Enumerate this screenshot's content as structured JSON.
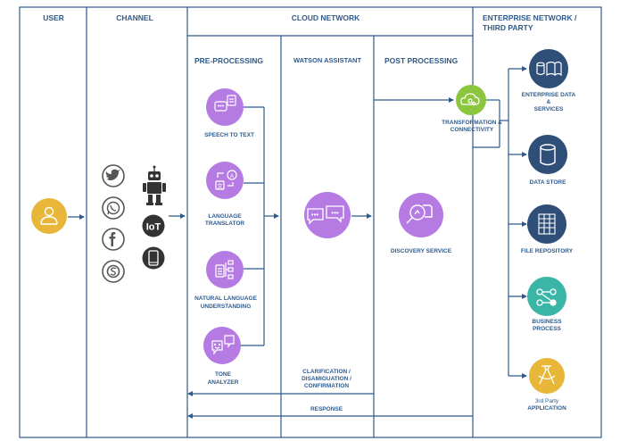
{
  "columns": {
    "user": "USER",
    "channel": "CHANNEL",
    "cloud": "CLOUD NETWORK",
    "enterprise_line1": "ENTERPRISE  NETWORK /",
    "enterprise_line2": "THIRD PARTY"
  },
  "subcolumns": {
    "pre": "PRE-PROCESSING",
    "watson": "WATSON ASSISTANT",
    "post": "POST PROCESSING"
  },
  "pre_services": {
    "speech": "SPEECH  TO TEXT",
    "lang1": "LANGUAGE",
    "lang2": "TRANSLATOR",
    "nlu1": "NATURAL LANGUAGE",
    "nlu2": "UNDERSTANDING",
    "tone1": "TONE",
    "tone2": "ANALYZER"
  },
  "post_services": {
    "transform1": "TRANSFORMATION &",
    "transform2": "CONNECTIVITY",
    "discovery": "DISCOVERY SERVICE"
  },
  "enterprise_items": {
    "data1": "ENTERPRISE DATA",
    "data2": "&",
    "data3": "SERVICES",
    "store": "DATA STORE",
    "file": "FILE REPOSITORY",
    "bp1": "BUSINESS",
    "bp2": "PROCESS",
    "third1": "3rd Party",
    "third2": "APPLICATION"
  },
  "flows": {
    "clar1": "CLARIFICATION /",
    "clar2": "DISAMIGUATION /",
    "clar3": "CONFIRMATION",
    "response": "RESPONSE"
  },
  "channel_icons": [
    "twitter-icon",
    "whatsapp-icon",
    "facebook-icon",
    "skype-icon",
    "robot-icon",
    "iot-icon",
    "mobile-icon"
  ],
  "colors": {
    "line": "#2d5b8e",
    "user": "#e8b73a",
    "watson": "#b57be3",
    "transform": "#8cc63f",
    "enterprise_navy": "#2f4f78",
    "business": "#3ab5a6",
    "third": "#e8b73a"
  }
}
